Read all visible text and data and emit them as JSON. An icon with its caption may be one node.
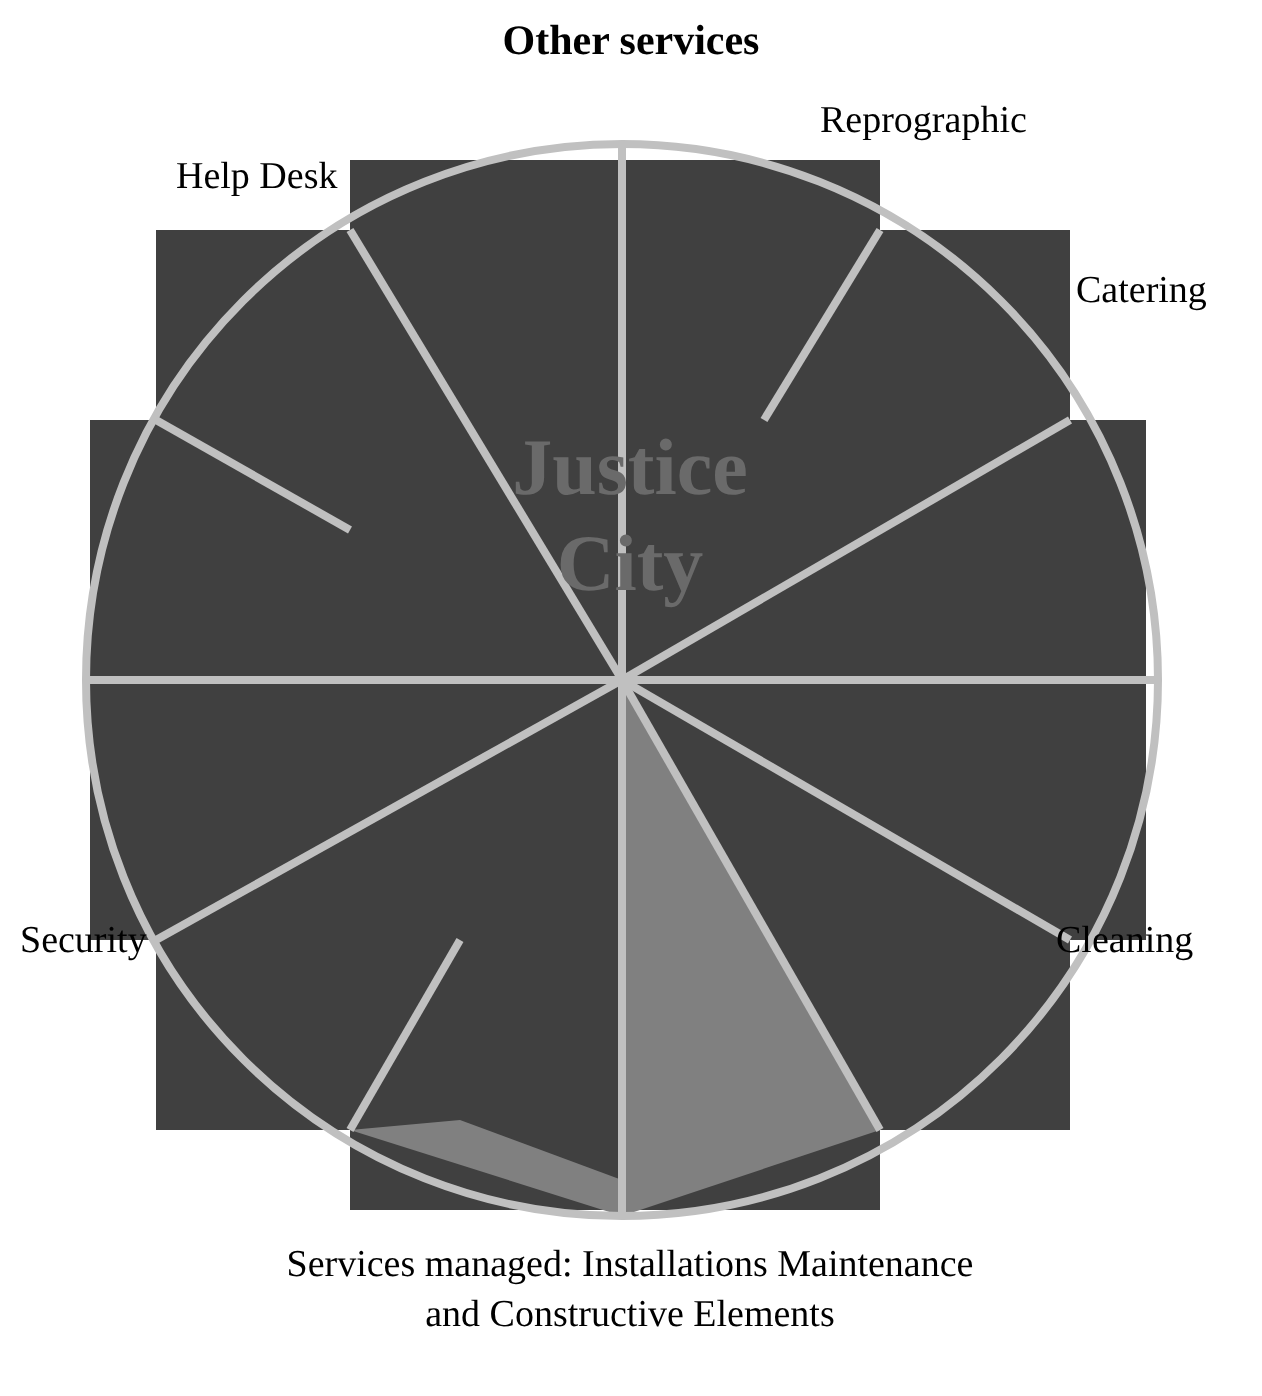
{
  "diagram": {
    "title": "Other services",
    "labels": [
      "Reprographic",
      "Help Desk",
      "Catering",
      "Justice City",
      "Security",
      "Cleaning"
    ],
    "caption": "Services managed: Installations Maintenance and Constructive Elements"
  }
}
